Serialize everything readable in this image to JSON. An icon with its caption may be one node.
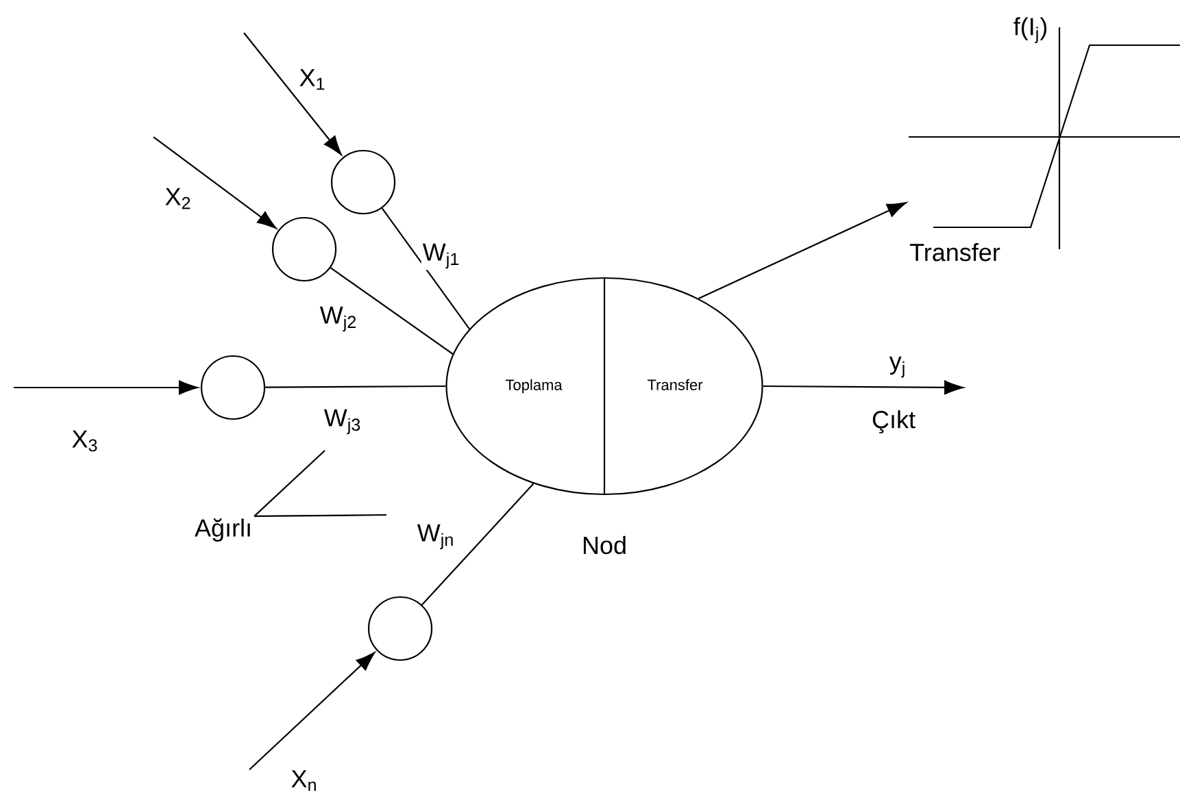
{
  "diagram": {
    "nodes": [
      {
        "text": [
          "Toplama",
          "Transfer"
        ],
        "beside": [
          "Nod"
        ]
      },
      {
        "text": [],
        "shape": "circle"
      },
      {
        "text": [],
        "shape": "circle"
      },
      {
        "text": [],
        "shape": "circle"
      },
      {
        "text": [],
        "shape": "circle"
      },
      {
        "text": [
          "Transfer"
        ]
      },
      {
        "text": [
          "Ağırlı"
        ]
      }
    ],
    "edges": [
      {
        "from": null,
        "to": 1,
        "arrow": "to",
        "label": "X$_{1}$"
      },
      {
        "from": null,
        "to": 2,
        "arrow": "to",
        "label": "X$_{2}$"
      },
      {
        "from": null,
        "to": 3,
        "arrow": "to",
        "label": "X$_{3}$"
      },
      {
        "from": null,
        "to": 4,
        "arrow": "to",
        "label": "X$_{n}$"
      },
      {
        "from": 1,
        "to": 0,
        "arrow": "none",
        "label": "W$_{j1}$"
      },
      {
        "from": 2,
        "to": 0,
        "arrow": "none",
        "label": "W$_{j2}$"
      },
      {
        "from": 3,
        "to": 0,
        "arrow": "none",
        "label": "W$_{j3}$"
      },
      {
        "from": 4,
        "to": 0,
        "arrow": "none",
        "label": "W$_{jn}$"
      },
      {
        "from": 0,
        "to": 5,
        "arrow": "to"
      },
      {
        "from": 0,
        "to": null,
        "arrow": "to",
        "label": "y$_{j}$"
      },
      {
        "from": 6,
        "to": null,
        "arrow": "none"
      },
      {
        "from": 6,
        "to": null,
        "arrow": "none"
      }
    ],
    "labels": [
      "f(I$_{j}$)",
      "Çıkt"
    ]
  }
}
